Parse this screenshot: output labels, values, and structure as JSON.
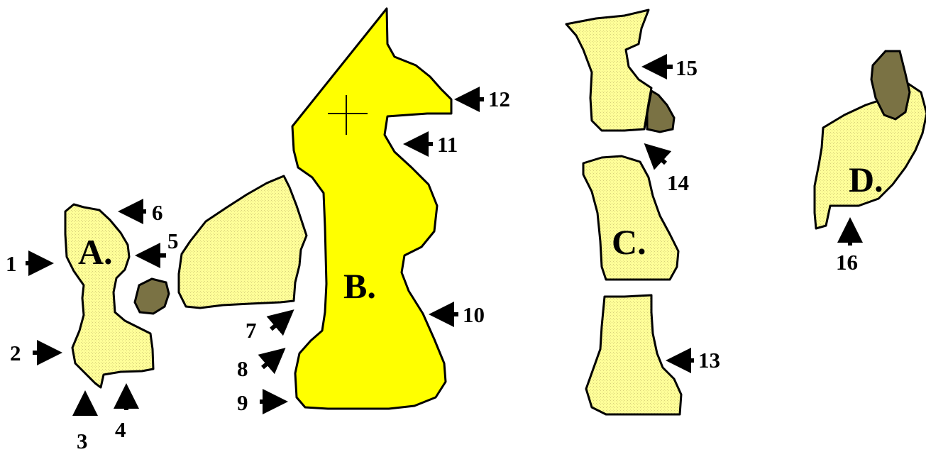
{
  "bones": {
    "a": "A.",
    "b": "B.",
    "c": "C.",
    "d": "D."
  },
  "markers": [
    "1",
    "2",
    "3",
    "4",
    "5",
    "6",
    "7",
    "8",
    "9",
    "10",
    "11",
    "12",
    "13",
    "14",
    "15",
    "16"
  ],
  "colors": {
    "bright_bone": "#ffff00",
    "pale_bone": "#ffff99",
    "dark_fragment": "#7a7244",
    "outline": "#000000",
    "background": "#ffffff"
  }
}
